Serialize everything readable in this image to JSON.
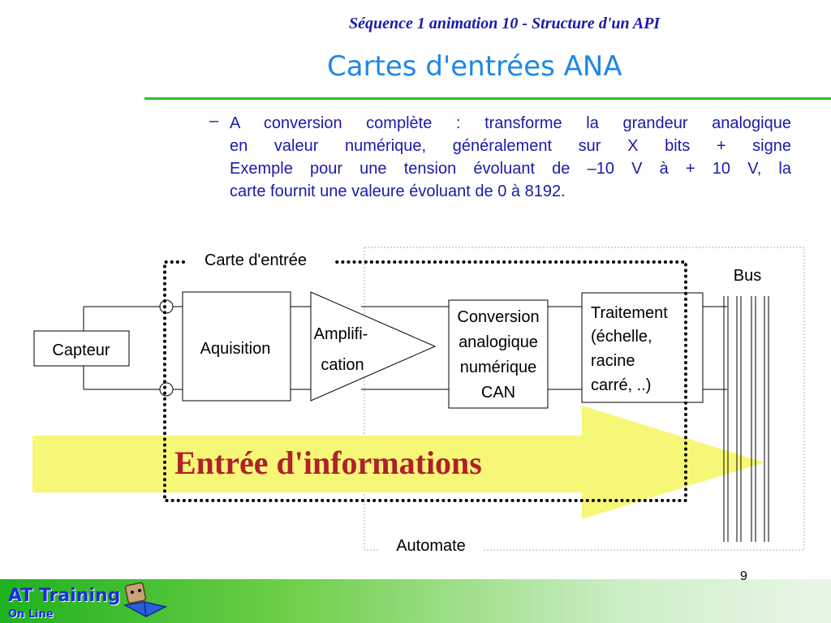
{
  "header": {
    "subtitle": "Séquence 1 animation 10 - Structure d'un API",
    "title": "Cartes d'entrées ANA"
  },
  "bullet": {
    "dash": "–",
    "lines": [
      "A conversion complète : transforme la grandeur analogique",
      "en valeur numérique, généralement sur X bits + signe",
      "Exemple pour une tension évoluant de –10 V à + 10 V, la",
      "carte fournit une valeure évoluant de 0 à 8192."
    ]
  },
  "diagram": {
    "card_label": "Carte d'entrée",
    "bus_label": "Bus",
    "automate_label": "Automate",
    "capteur": "Capteur",
    "acquisition": "Aquisition",
    "amplifier": [
      "Amplifi-",
      "cation"
    ],
    "conversion": [
      "Conversion",
      "analogique",
      "numérique",
      "CAN"
    ],
    "traitement": [
      "Traitement",
      "(échelle,",
      "racine",
      "carré, ..)"
    ],
    "arrow_text": "Entrée d'informations",
    "arrow_color": "#f7f777",
    "arrow_text_color": "#b0202a"
  },
  "footer": {
    "page_number": "9",
    "logo_text": "AT Training",
    "logo_sub": "On Line"
  }
}
